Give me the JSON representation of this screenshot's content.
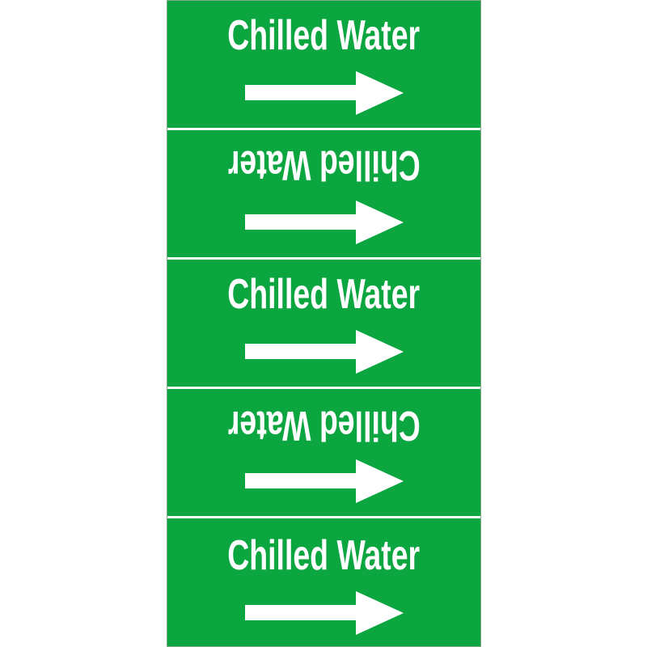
{
  "label": {
    "background_color": "#0ba640",
    "text_color": "#ffffff",
    "separator_color": "#ffffff",
    "bands": [
      {
        "text": "Chilled Water",
        "orientation": "upright",
        "arrow": "arrow-right"
      },
      {
        "text": "Chilled Water",
        "orientation": "inverted",
        "arrow": "arrow-right"
      },
      {
        "text": "Chilled Water",
        "orientation": "upright",
        "arrow": "arrow-right"
      },
      {
        "text": "Chilled Water",
        "orientation": "inverted",
        "arrow": "arrow-right"
      },
      {
        "text": "Chilled Water",
        "orientation": "upright",
        "arrow": "arrow-right"
      }
    ]
  }
}
